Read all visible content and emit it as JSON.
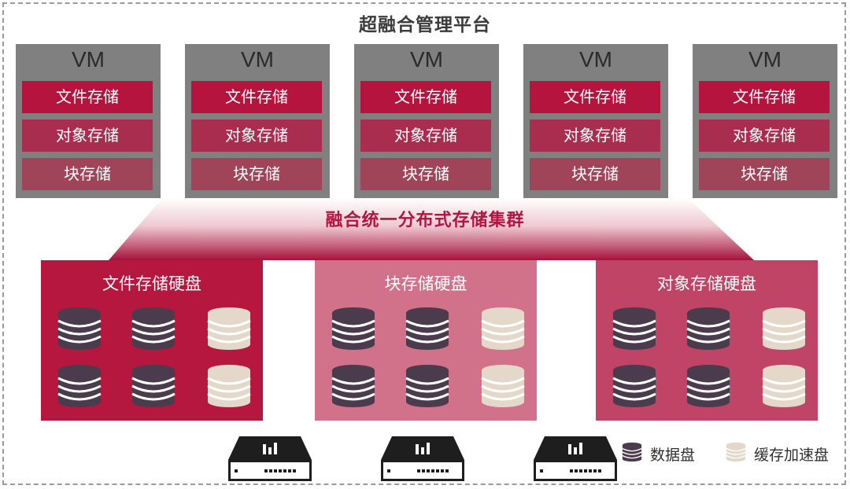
{
  "platform_title": "超融合管理平台",
  "vms": [
    {
      "label": "VM",
      "rows": [
        "文件存储",
        "对象存储",
        "块存储"
      ]
    },
    {
      "label": "VM",
      "rows": [
        "文件存储",
        "对象存储",
        "块存储"
      ]
    },
    {
      "label": "VM",
      "rows": [
        "文件存储",
        "对象存储",
        "块存储"
      ]
    },
    {
      "label": "VM",
      "rows": [
        "文件存储",
        "对象存储",
        "块存储"
      ]
    },
    {
      "label": "VM",
      "rows": [
        "文件存储",
        "对象存储",
        "块存储"
      ]
    }
  ],
  "cluster_title": "融合统一分布式存储集群",
  "pools": [
    {
      "title": "文件存储硬盘",
      "color": "#b5173f",
      "disks": [
        "data",
        "data",
        "cache",
        "data",
        "data",
        "cache"
      ]
    },
    {
      "title": "块存储硬盘",
      "color": "#d1718a",
      "disks": [
        "data",
        "data",
        "cache",
        "data",
        "data",
        "cache"
      ]
    },
    {
      "title": "对象存储硬盘",
      "color": "#c04466",
      "disks": [
        "data",
        "data",
        "cache",
        "data",
        "data",
        "cache"
      ]
    }
  ],
  "servers": [
    {
      "icon": "server-icon"
    },
    {
      "icon": "server-icon"
    },
    {
      "icon": "server-icon"
    }
  ],
  "legend": {
    "data_label": "数据盘",
    "cache_label": "缓存加速盘",
    "data_color": "#4a3c4c",
    "cache_color": "#e3d8c9"
  }
}
